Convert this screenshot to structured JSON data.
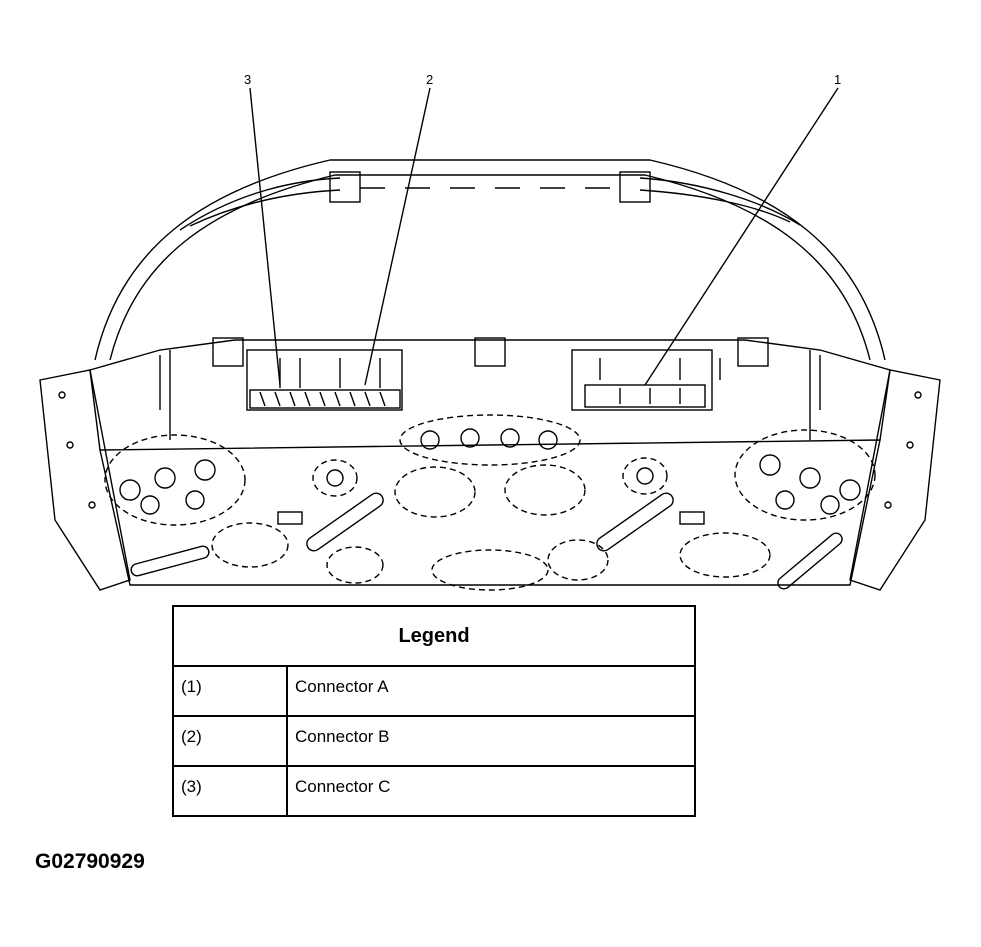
{
  "callouts": [
    {
      "number": "1"
    },
    {
      "number": "2"
    },
    {
      "number": "3"
    }
  ],
  "legend": {
    "title": "Legend",
    "rows": [
      {
        "number": "(1)",
        "description": "Connector A"
      },
      {
        "number": "(2)",
        "description": "Connector B"
      },
      {
        "number": "(3)",
        "description": "Connector C"
      }
    ]
  },
  "figure_id": "G02790929"
}
